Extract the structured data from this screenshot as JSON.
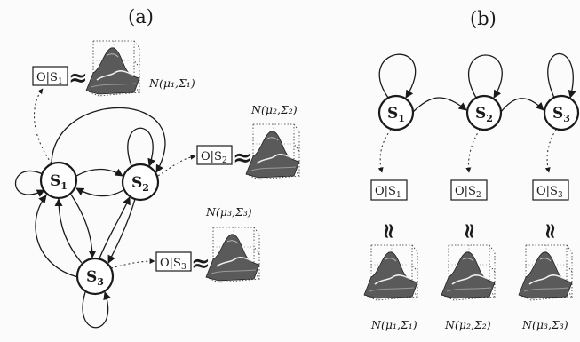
{
  "panels": {
    "a": {
      "label": "(a)"
    },
    "b": {
      "label": "(b)"
    }
  },
  "states": {
    "s1": {
      "main": "S",
      "sub": "1"
    },
    "s2": {
      "main": "S",
      "sub": "2"
    },
    "s3": {
      "main": "S",
      "sub": "3"
    }
  },
  "observations": {
    "o1": {
      "main": "O|S",
      "sub": "1"
    },
    "o2": {
      "main": "O|S",
      "sub": "2"
    },
    "o3": {
      "main": "O|S",
      "sub": "3"
    }
  },
  "symbols": {
    "approx": "≈",
    "approx_vertical": "≈"
  },
  "gaussians": {
    "g1": "N(μ₁,Σ₁)",
    "g2": "N(μ₂,Σ₂)",
    "g3": "N(μ₃,Σ₃)"
  },
  "colors": {
    "ink": "#1a1a1a",
    "surface": "#555555",
    "paper": "#fbfbfb"
  }
}
